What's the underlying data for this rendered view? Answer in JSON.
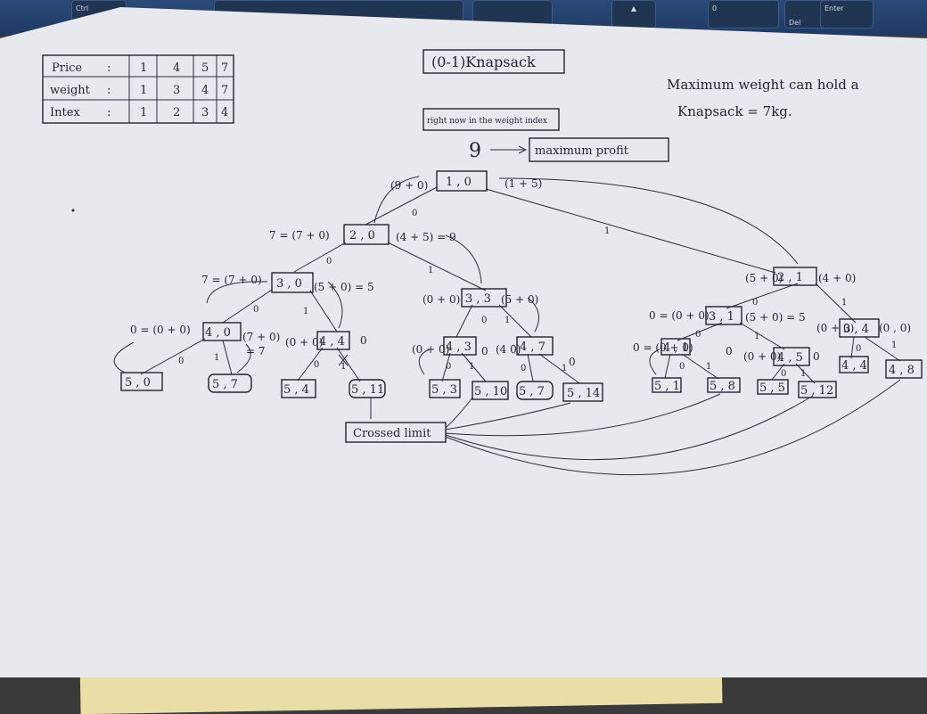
{
  "keyboard": {
    "keys": [
      {
        "name": "ctrl-key",
        "label": "Ctrl"
      },
      {
        "name": "up-arrow-key",
        "label": "▲"
      },
      {
        "name": "zero-key",
        "label": "0"
      },
      {
        "name": "del-key",
        "label": "Del"
      },
      {
        "name": "enter-key",
        "label": "Enter"
      }
    ]
  },
  "title": "(0-1)Knapsack",
  "note": {
    "line1": "Maximum weight can hold a",
    "line2": "Knapsack = 7kg."
  },
  "table": {
    "rows": [
      {
        "label": "Price",
        "sep": ":",
        "values": [
          "1",
          "4",
          "5",
          "7"
        ]
      },
      {
        "label": "weight",
        "sep": ":",
        "values": [
          "1",
          "3",
          "4",
          "7"
        ]
      },
      {
        "label": "Intex",
        "sep": ":",
        "values": [
          "1",
          "2",
          "3",
          "4"
        ]
      }
    ]
  },
  "legend": {
    "caption": "right now in the weight index",
    "max_value": "9",
    "max_label": "maximum profit"
  },
  "crossed_label": "Crossed limit",
  "edge_labels": {
    "zero": "0",
    "one": "1"
  },
  "nodes": {
    "n1": "1 , 0",
    "n2": "2 , 0",
    "n2b": "2 , 1",
    "n3a": "3 , 0",
    "n3b": "3 , 3",
    "n3c": "3 , 1",
    "n3d": "3 , 4",
    "n4a": "4 , 0",
    "n4b": "4 , 4",
    "n4c": "4 , 3",
    "n4d": "4 , 7",
    "n4e": "4 , 1",
    "n4f": "4 , 5",
    "n4g": "4 , 4",
    "n4h": "4 , 8",
    "l1": "5 , 0",
    "l2": "5 , 7",
    "l3": "5 , 4",
    "l4": "5 , 11",
    "l5": "5 , 3",
    "l6": "5 , 10",
    "l7": "5 , 7",
    "l8": "5 , 14",
    "l9": "5 , 1",
    "l10": "5 , 8",
    "l11": "5 , 5",
    "l12": "5 , 12"
  },
  "annotations": {
    "a1": "(9 + 0)",
    "a2": "(1 + 5)",
    "a3": "7 = (7 + 0)",
    "a4": "(4 + 5) = 9",
    "a5": "7 = (7 + 0)",
    "a6": "(5 + 0) = 5",
    "a7": "0 = (0 + 0)",
    "a8": "(7 + 0)",
    "a8b": "= 7",
    "a9": "(0 + 0)",
    "a10": "0",
    "a11": "(0 + 0)",
    "a12": "(5 + 0)",
    "a13": "(0 + 0)",
    "a14": "0",
    "a15": "(4 0)",
    "a16": "0",
    "a17": "(5 + 0)",
    "a18": "(4 + 0)",
    "a19": "0 = (0 + 0)",
    "a20": "(5 + 0) = 5",
    "a21": "(0 + 0)",
    "a22": "(0 , 0)",
    "a23": "0 = (0 + 0)",
    "a24": "0",
    "a25": "(0 + 0)",
    "a26": "0"
  }
}
